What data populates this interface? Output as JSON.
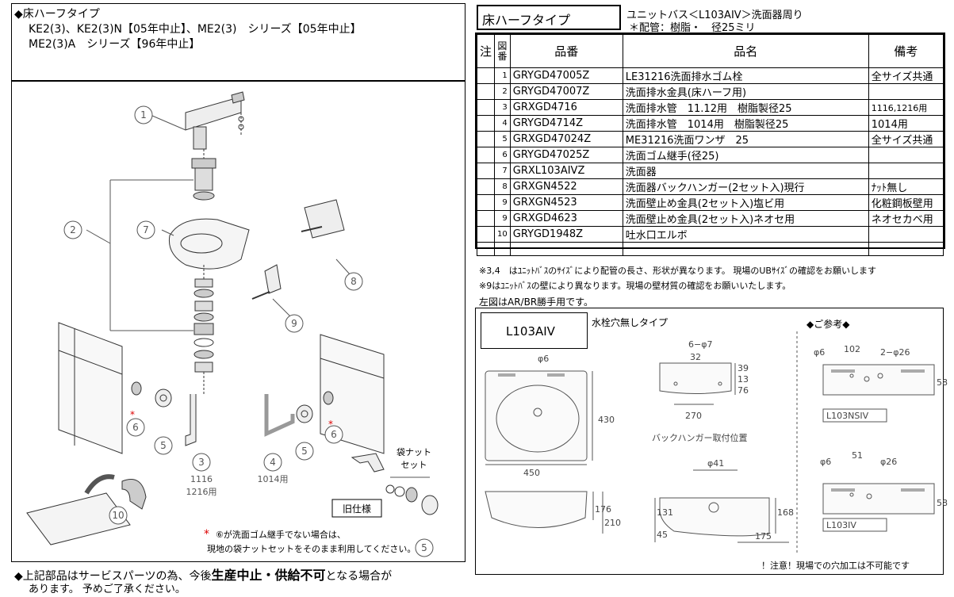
{
  "left_header": {
    "title": "◆床ハーフタイプ",
    "line1": "KE2(3)、KE2(3)N【05年中止】、ME2(3)　シリーズ【05年中止】",
    "line2": "ME2(3)A　シリーズ【96年中止】"
  },
  "callouts": [
    "1",
    "2",
    "3",
    "4",
    "5",
    "6",
    "7",
    "8",
    "9",
    "10"
  ],
  "labels": {
    "size3a": "1116",
    "size3b": "1216用",
    "size4": "1014用",
    "nut_set_a": "袋ナット",
    "nut_set_b": "セット",
    "old_spec": "旧仕様",
    "note_star": "*",
    "note6a": "⑥が洗面ゴム継手でない場合は、",
    "note6b": "現地の袋ナットセットをそのまま利用してください。",
    "note6_ref": "5"
  },
  "footer": {
    "line1a": "◆上記部品はサービスパーツの為、今後",
    "line1b": "生産中止・供給不可",
    "line1c": "となる場合が",
    "line2": "あります。 予めご了承ください。"
  },
  "right_header": {
    "type_label": "床ハーフタイプ",
    "desc1": "ユニットバス＜L103AIV＞洗面器周り",
    "desc2": "＊配管：樹脂・　径25ミリ"
  },
  "table": {
    "headers": [
      "注",
      "図番",
      "品番",
      "品名",
      "備考"
    ],
    "rows": [
      {
        "no": "1",
        "code": "GRYGD47005Z",
        "name": "LE31216洗面排水ゴム栓",
        "note": "全サイズ共通"
      },
      {
        "no": "2",
        "code": "GRYGD47007Z",
        "name": "洗面排水金具(床ハーフ用)",
        "note": ""
      },
      {
        "no": "3",
        "code": "GRXGD4716",
        "name": "洗面排水管　11.12用　樹脂製径25",
        "note": "1116,1216用"
      },
      {
        "no": "4",
        "code": "GRYGD4714Z",
        "name": "洗面排水管　1014用　樹脂製径25",
        "note": "1014用"
      },
      {
        "no": "5",
        "code": "GRXGD47024Z",
        "name": "ME31216洗面ワンザ　25",
        "note": "全サイズ共通"
      },
      {
        "no": "6",
        "code": "GRYGD47025Z",
        "name": "洗面ゴム継手(径25)",
        "note": ""
      },
      {
        "no": "7",
        "code": "GRXL103AIVZ",
        "name": "洗面器",
        "note": ""
      },
      {
        "no": "8",
        "code": "GRXGN4522",
        "name": "洗面器バックハンガー(2セット入)現行",
        "note": "ﾅｯﾄ無し"
      },
      {
        "no": "9",
        "code": "GRXGN4523",
        "name": "洗面壁止め金具(2セット入)塩ビ用",
        "note": "化粧鋼板壁用"
      },
      {
        "no": "9",
        "code": "GRXGD4623",
        "name": "洗面壁止め金具(2セット入)ネオセ用",
        "note": "ネオセカベ用"
      },
      {
        "no": "10",
        "code": "GRYGD1948Z",
        "name": "吐水口エルボ",
        "note": ""
      },
      {
        "no": "",
        "code": "",
        "name": "",
        "note": ""
      }
    ]
  },
  "notes": {
    "n1": "※3,4　はﾕﾆｯﾄﾊﾞｽのｻｲｽﾞにより配管の長さ、形状が異なります。 現場のUBｻｲｽﾞの確認をお願いします",
    "n2": "※9はﾕﾆｯﾄﾊﾞｽの壁により異なります。現場の壁材質の確認をお願いいたします。",
    "n3": "左図はAR/BR勝手用です。"
  },
  "drawing": {
    "model": "L103AIV",
    "type_note": "水栓穴無しタイプ",
    "ref_title": "◆ご参考◆",
    "dims": {
      "phi6": "φ6",
      "d6_7": "6−φ7",
      "d32": "32",
      "d39": "39",
      "d13": "13",
      "d76": "76",
      "d270": "270",
      "d430": "430",
      "d450": "450",
      "hanger": "バックハンガー取付位置",
      "d41": "φ41",
      "d176": "176",
      "d210": "210",
      "d131": "131",
      "d45": "45",
      "d168": "168",
      "d175": "175",
      "r1_phi6": "φ6",
      "r1_102": "102",
      "r1_phi26": "2−φ26",
      "r1_58": "58",
      "r1_model": "L103NSIV",
      "r2_phi6": "φ6",
      "r2_51": "51",
      "r2_phi26": "φ26",
      "r2_58": "58",
      "r2_model": "L103IV"
    },
    "warning": "！注意！現場での穴加工は不可能です"
  }
}
